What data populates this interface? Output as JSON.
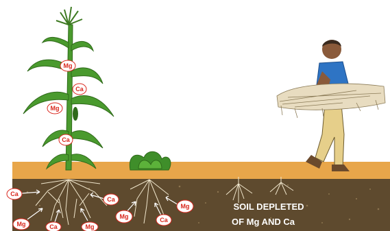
{
  "caption": {
    "line1": "SOIL DEPLETED",
    "line2": "OF Mg AND Ca"
  },
  "nutrients": {
    "mg": "Mg",
    "ca": "Ca"
  },
  "colors": {
    "sky": "#ffffff",
    "surface_band": "#e8a64a",
    "soil": "#5e4a2e",
    "plant_green": "#4a9a2e",
    "badge_text": "#d9261c",
    "caption_text": "#ffffff",
    "shirt": "#2e74c4",
    "trousers": "#e6cf8a",
    "straw": "#e8dcc0"
  }
}
